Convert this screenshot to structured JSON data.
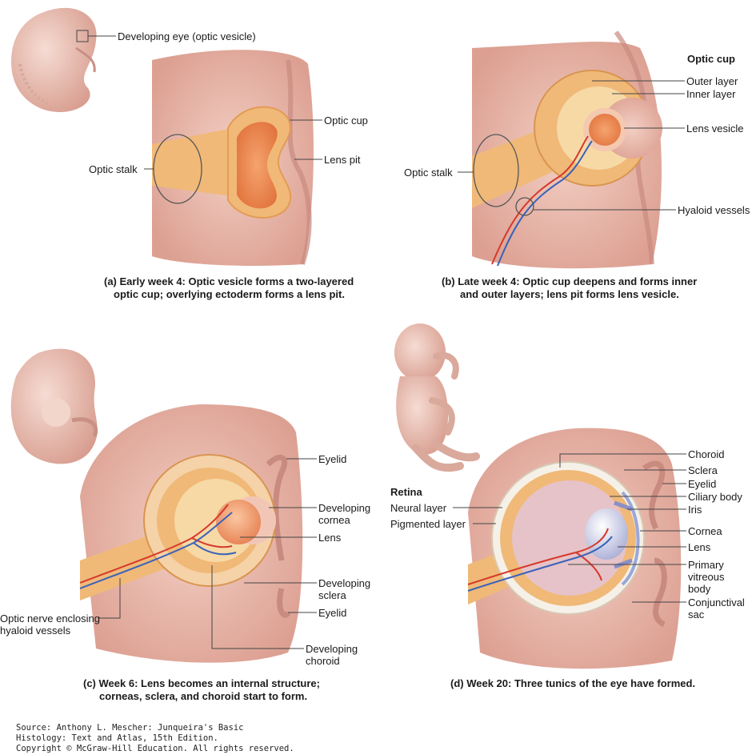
{
  "panel_a": {
    "labels": {
      "developing_eye": "Developing eye (optic vesicle)",
      "optic_cup": "Optic cup",
      "lens_pit": "Lens pit",
      "optic_stalk": "Optic stalk"
    },
    "caption_line1": "(a) Early week 4: Optic vesicle forms a two-layered",
    "caption_line2": "optic cup; overlying ectoderm forms a lens pit."
  },
  "panel_b": {
    "labels": {
      "heading": "Optic cup",
      "outer_layer": "Outer layer",
      "inner_layer": "Inner layer",
      "lens_vesicle": "Lens vesicle",
      "optic_stalk": "Optic stalk",
      "hyaloid_vessels": "Hyaloid vessels"
    },
    "caption_line1": "(b) Late week 4: Optic cup deepens and forms inner",
    "caption_line2": "and outer layers; lens pit forms lens vesicle."
  },
  "panel_c": {
    "labels": {
      "eyelid_top": "Eyelid",
      "developing_cornea_1": "Developing",
      "developing_cornea_2": "cornea",
      "lens": "Lens",
      "developing_sclera_1": "Developing",
      "developing_sclera_2": "sclera",
      "eyelid_bottom": "Eyelid",
      "optic_nerve_1": "Optic nerve enclosing",
      "optic_nerve_2": "hyaloid vessels",
      "developing_choroid_1": "Developing",
      "developing_choroid_2": "choroid"
    },
    "caption_line1": "(c) Week 6: Lens becomes an internal structure;",
    "caption_line2": "corneas, sclera, and choroid start to form."
  },
  "panel_d": {
    "labels": {
      "retina": "Retina",
      "neural_layer": "Neural layer",
      "pigmented_layer": "Pigmented layer",
      "choroid": "Choroid",
      "sclera": "Sclera",
      "eyelid": "Eyelid",
      "ciliary_body": "Ciliary body",
      "iris": "Iris",
      "cornea": "Cornea",
      "lens": "Lens",
      "primary_vitreous_1": "Primary",
      "primary_vitreous_2": "vitreous",
      "primary_vitreous_3": "body",
      "conjunctival_1": "Conjunctival",
      "conjunctival_2": "sac"
    },
    "caption": "(d) Week 20: Three tunics of the eye have formed."
  },
  "source": {
    "line1": "Source: Anthony L. Mescher: Junqueira's Basic",
    "line2": "Histology: Text and Atlas, 15th Edition.",
    "line3": "Copyright © McGraw-Hill Education. All rights reserved."
  },
  "colors": {
    "tissue": "#e8b7aa",
    "tissue_dark": "#d9998c",
    "cup_outer": "#f0b978",
    "cup_inner": "#f7d9a6",
    "lens": "#f09a6a",
    "vessel_red": "#d63a2a",
    "vessel_blue": "#3a63b8"
  }
}
